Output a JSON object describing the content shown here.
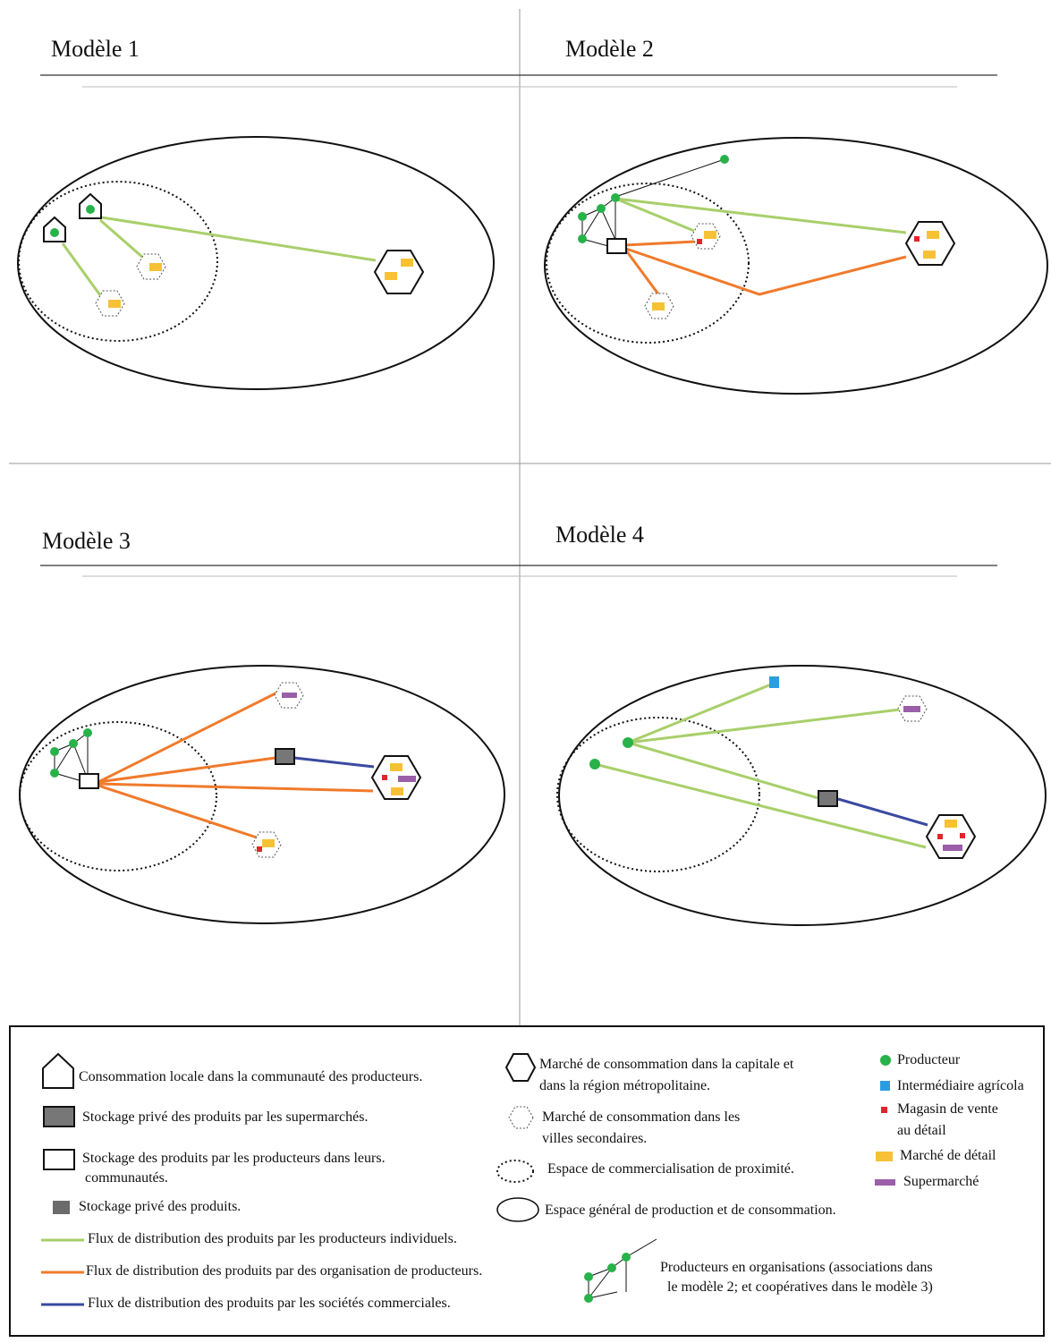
{
  "panels": {
    "m1": {
      "title": "Modèle 1"
    },
    "m2": {
      "title": "Modèle 2"
    },
    "m3": {
      "title": "Modèle 3"
    },
    "m4": {
      "title": "Modèle 4"
    }
  },
  "colors": {
    "individual_flow": "#a8cf6a",
    "organisation_flow": "#f07a2b",
    "commercial_flow": "#3a4aa0",
    "producer": "#27b24a",
    "intermediary": "#2a9de0",
    "retail_shop": "#e0262b",
    "retail_market": "#f7c136",
    "supermarket": "#9b5ea8",
    "private_storage": "#6b6b6b"
  },
  "legend": {
    "local_consumption": "Consommation locale dans la communauté des producteurs.",
    "supermarket_storage": "Stockage privé des produits par les supermarchés.",
    "producer_storage_line1": "Stockage des produits par les producteurs dans leurs.",
    "producer_storage_line2": "communautés.",
    "private_storage": "Stockage privé des produits.",
    "capital_market_line1": "Marché de consommation dans la capitale et",
    "capital_market_line2": "dans la région métropolitaine.",
    "secondary_market_line1": "Marché de consommation dans les",
    "secondary_market_line2": "villes secondaires.",
    "proximity_space": "Espace de commercialisation de proximité.",
    "general_space": "Espace général de production et de consommation.",
    "producer": "Producteur",
    "intermediary": "Intermédiaire agrícola",
    "retail_shop_line1": "Magasin de vente",
    "retail_shop_line2": "au détail",
    "retail_market": "Marché de détail",
    "supermarket": "Supermarché",
    "flow_individual": "Flux de distribution des produits par les producteurs individuels.",
    "flow_organisation": "Flux de distribution des produits par des organisation de producteurs.",
    "flow_commercial": "Flux de distribution des produits par les sociétés commerciales.",
    "org_producers_line1": "Producteurs en organisations (associations dans",
    "org_producers_line2": "le modèle 2; et coopératives dans le modèle 3)"
  }
}
